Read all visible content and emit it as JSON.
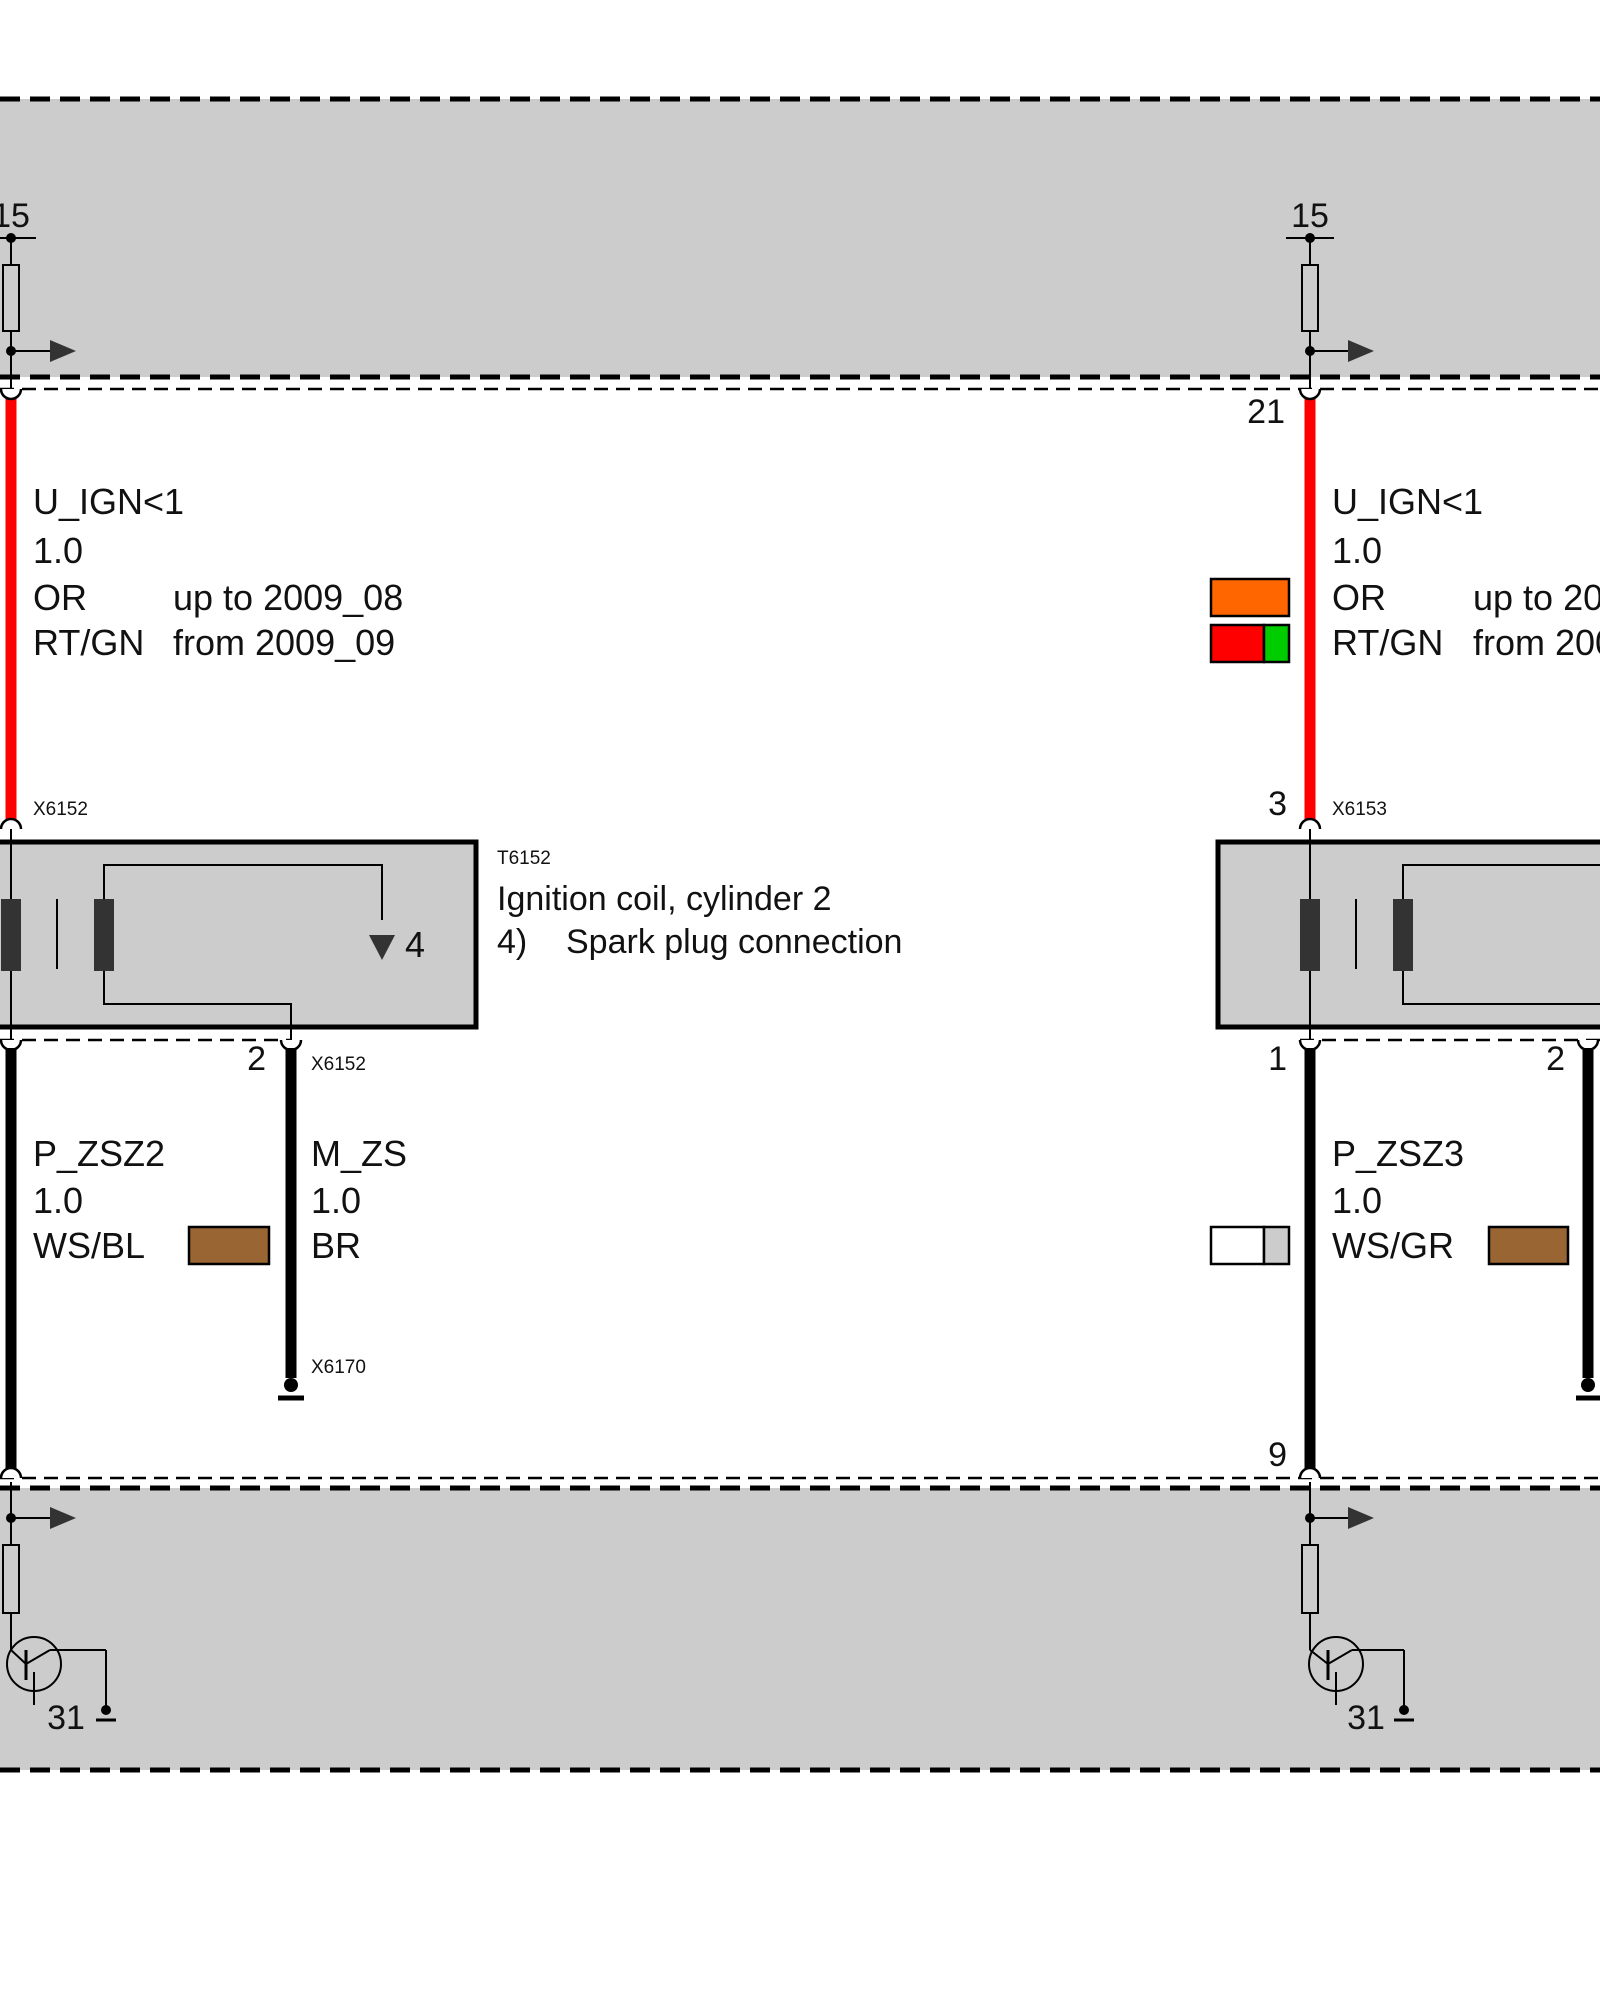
{
  "colors": {
    "shaded_area": "#cccccc",
    "wire_power": "#ff0000",
    "wire_signal": "#000000",
    "swatch_orange": "#ff6600",
    "swatch_red": "#ff0000",
    "swatch_green": "#00cc00",
    "swatch_brown": "#996633",
    "swatch_white": "#ffffff",
    "swatch_grey": "#cccccc",
    "coil_fill": "#cccccc",
    "component_dark": "#333333"
  },
  "top_module": {
    "left_supply_label": "15",
    "right_supply_label": "15"
  },
  "bottom_module": {
    "left_ground_label": "31",
    "right_ground_label": "31"
  },
  "left_channel": {
    "power_wire": {
      "signal": "U_IGN<1",
      "cross_section": "1.0",
      "color_code_1": "OR",
      "color_note_1": "up to 2009_08",
      "color_code_2": "RT/GN",
      "color_note_2": "from 2009_09"
    },
    "connector_top": "X6152",
    "coil_id": "T6152",
    "coil_name": "Ignition coil, cylinder 2",
    "coil_note_number": "4)",
    "coil_note_text": "Spark plug connection",
    "coil_output_pin": "4",
    "pin_ground_side": "2",
    "connector_ground": "X6152",
    "signal_wire": {
      "signal": "P_ZSZ2",
      "cross_section": "1.0",
      "color_code": "WS/BL"
    },
    "ground_wire": {
      "signal": "M_ZS",
      "cross_section": "1.0",
      "color_code": "BR"
    },
    "ground_connector": "X6170"
  },
  "right_channel": {
    "module_pin_top": "21",
    "power_wire": {
      "signal": "U_IGN<1",
      "cross_section": "1.0",
      "color_code_1": "OR",
      "color_note_1": "up to 20",
      "color_code_2": "RT/GN",
      "color_note_2": "from 200"
    },
    "coil_pin_top": "3",
    "connector_top": "X6153",
    "pin_signal_side": "1",
    "pin_ground_side": "2",
    "signal_wire": {
      "signal": "P_ZSZ3",
      "cross_section": "1.0",
      "color_code": "WS/GR"
    },
    "module_pin_bottom": "9"
  }
}
